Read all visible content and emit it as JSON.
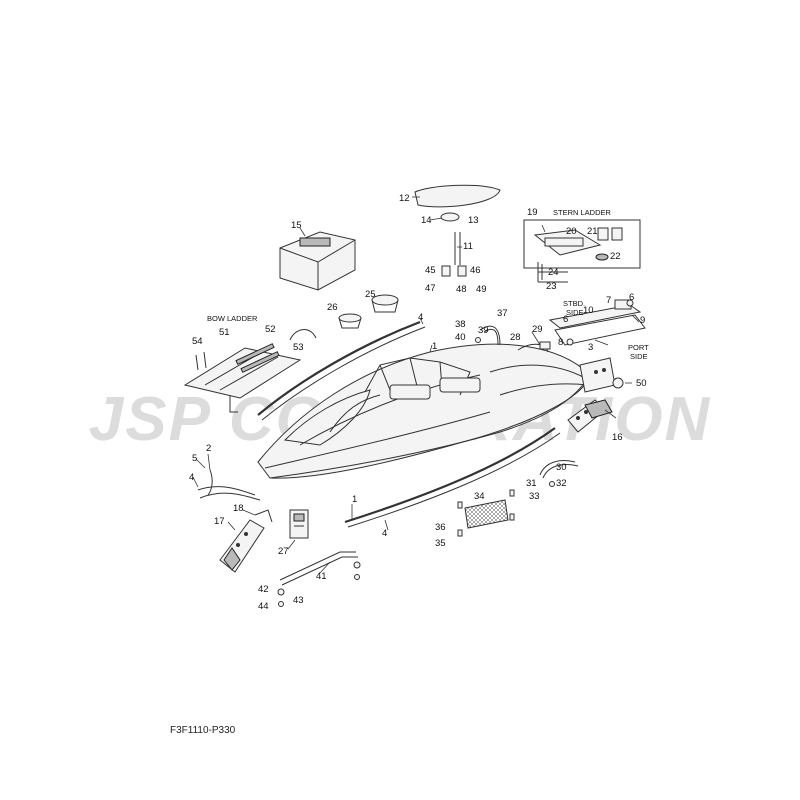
{
  "watermark": {
    "text": "JSP CORPORATION"
  },
  "drawing_code": "F3F1110-P330",
  "group_labels": {
    "stern_ladder": "STERN LADDER",
    "bow_ladder": "BOW LADDER",
    "stbd_side": [
      "STBD.",
      "SIDE"
    ],
    "port_side": [
      "PORT",
      "SIDE"
    ]
  },
  "callouts": [
    "1",
    "1",
    "2",
    "3",
    "4",
    "4",
    "4",
    "5",
    "6",
    "6",
    "7",
    "8",
    "9",
    "10",
    "11",
    "12",
    "13",
    "14",
    "15",
    "16",
    "17",
    "18",
    "19",
    "20",
    "21",
    "22",
    "23",
    "24",
    "25",
    "26",
    "27",
    "28",
    "29",
    "30",
    "31",
    "32",
    "33",
    "34",
    "35",
    "36",
    "37",
    "38",
    "39",
    "40",
    "41",
    "42",
    "43",
    "44",
    "45",
    "46",
    "47",
    "48",
    "49",
    "50",
    "51",
    "52",
    "53",
    "54"
  ],
  "colors": {
    "line": "#333333",
    "watermark": "#dcdcdc",
    "background": "#ffffff"
  }
}
